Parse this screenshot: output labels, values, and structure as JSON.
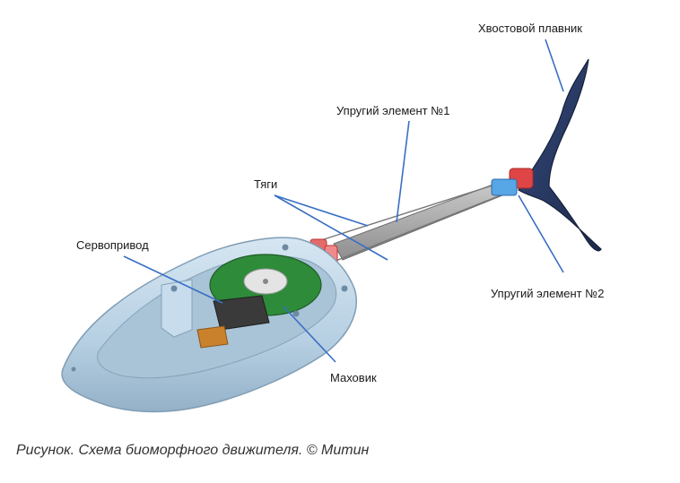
{
  "labels": {
    "tail_fin": "Хвостовой плавник",
    "elastic_element_1": "Упругий элемент №1",
    "rods": "Тяги",
    "servo": "Сервопривод",
    "elastic_element_2": "Упругий элемент №2",
    "flywheel": "Маховик"
  },
  "caption": "Рисунок. Схема биоморфного движителя. © Митин",
  "colors": {
    "hull": "#b9d3e6",
    "hull_edge": "#7f9db4",
    "tail_fin": "#23345a",
    "flywheel": "#2e8b3a",
    "servo": "#3a3a3a",
    "connector_red": "#e04545",
    "connector_blue": "#57a6e6",
    "leader_line": "#3a6fc4"
  }
}
